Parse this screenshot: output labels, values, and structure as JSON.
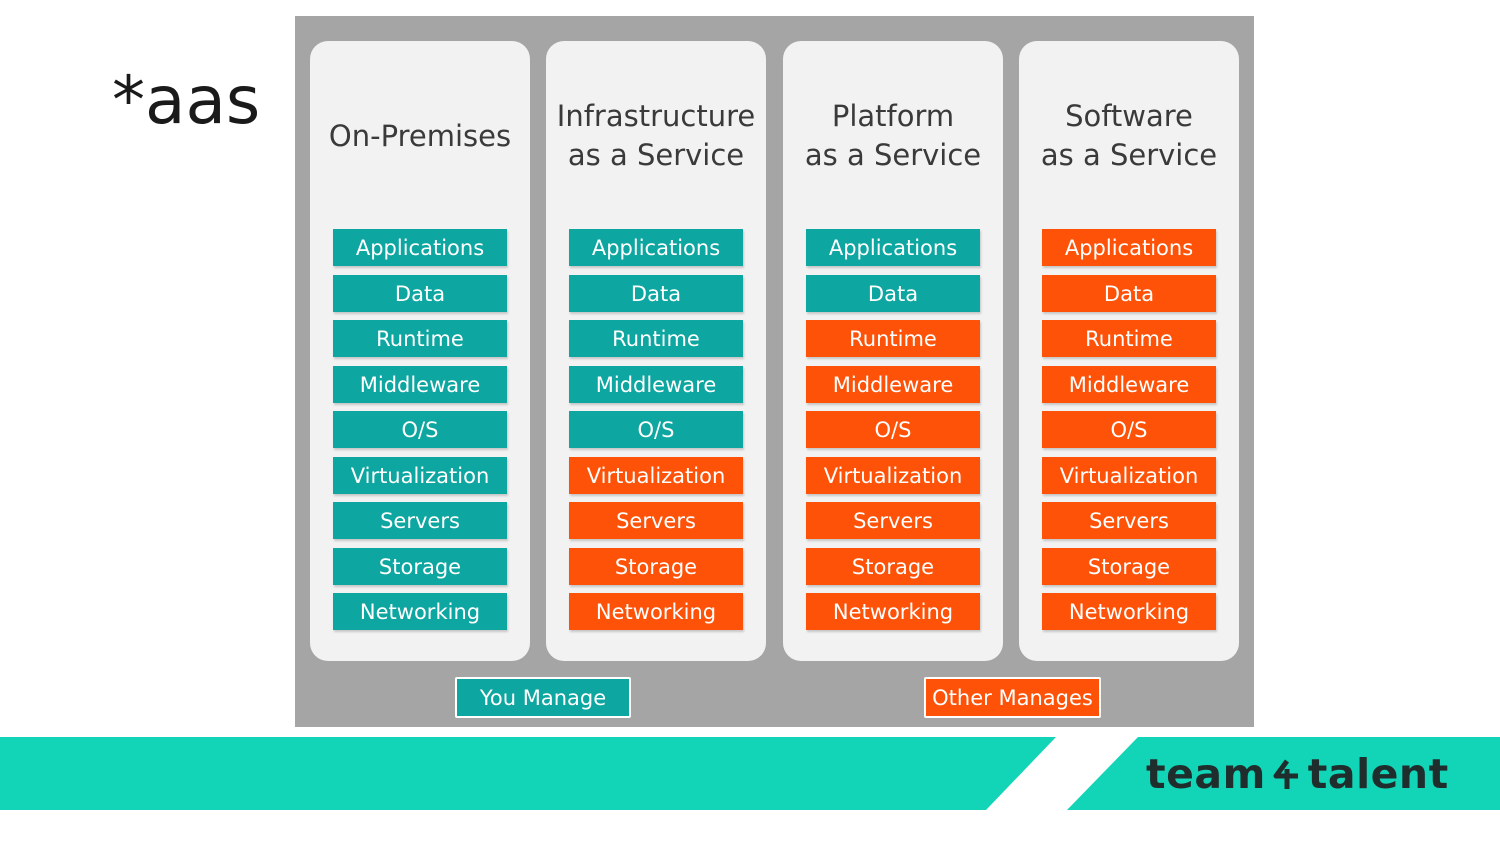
{
  "slide": {
    "title": "*aas"
  },
  "colors": {
    "you_manage": "#0da6a1",
    "other_manages": "#fe5208",
    "footer": "#12d4b6",
    "panel": "#a5a5a5",
    "column": "#f2f2f2"
  },
  "columns": [
    {
      "title": "On-Premises",
      "layers": [
        {
          "label": "Applications",
          "owner": "you"
        },
        {
          "label": "Data",
          "owner": "you"
        },
        {
          "label": "Runtime",
          "owner": "you"
        },
        {
          "label": "Middleware",
          "owner": "you"
        },
        {
          "label": "O/S",
          "owner": "you"
        },
        {
          "label": "Virtualization",
          "owner": "you"
        },
        {
          "label": "Servers",
          "owner": "you"
        },
        {
          "label": "Storage",
          "owner": "you"
        },
        {
          "label": "Networking",
          "owner": "you"
        }
      ]
    },
    {
      "title": "Infrastructure\nas a Service",
      "layers": [
        {
          "label": "Applications",
          "owner": "you"
        },
        {
          "label": "Data",
          "owner": "you"
        },
        {
          "label": "Runtime",
          "owner": "you"
        },
        {
          "label": "Middleware",
          "owner": "you"
        },
        {
          "label": "O/S",
          "owner": "you"
        },
        {
          "label": "Virtualization",
          "owner": "other"
        },
        {
          "label": "Servers",
          "owner": "other"
        },
        {
          "label": "Storage",
          "owner": "other"
        },
        {
          "label": "Networking",
          "owner": "other"
        }
      ]
    },
    {
      "title": "Platform\nas a Service",
      "layers": [
        {
          "label": "Applications",
          "owner": "you"
        },
        {
          "label": "Data",
          "owner": "you"
        },
        {
          "label": "Runtime",
          "owner": "other"
        },
        {
          "label": "Middleware",
          "owner": "other"
        },
        {
          "label": "O/S",
          "owner": "other"
        },
        {
          "label": "Virtualization",
          "owner": "other"
        },
        {
          "label": "Servers",
          "owner": "other"
        },
        {
          "label": "Storage",
          "owner": "other"
        },
        {
          "label": "Networking",
          "owner": "other"
        }
      ]
    },
    {
      "title": "Software\nas a Service",
      "layers": [
        {
          "label": "Applications",
          "owner": "other"
        },
        {
          "label": "Data",
          "owner": "other"
        },
        {
          "label": "Runtime",
          "owner": "other"
        },
        {
          "label": "Middleware",
          "owner": "other"
        },
        {
          "label": "O/S",
          "owner": "other"
        },
        {
          "label": "Virtualization",
          "owner": "other"
        },
        {
          "label": "Servers",
          "owner": "other"
        },
        {
          "label": "Storage",
          "owner": "other"
        },
        {
          "label": "Networking",
          "owner": "other"
        }
      ]
    }
  ],
  "legend": {
    "you_manage": "You Manage",
    "other_manages": "Other Manages"
  },
  "brand": {
    "left": "team",
    "right": "talent"
  }
}
